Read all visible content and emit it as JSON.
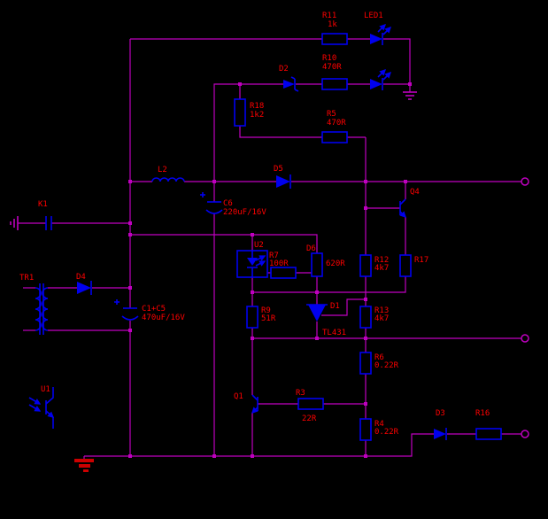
{
  "colors": {
    "background": "#000000",
    "wire": "#bf00bf",
    "component": "#0000ee",
    "label": "#ff0000",
    "ground_heavy": "#cc0000"
  },
  "components": {
    "r11": {
      "ref": "R11",
      "value": "1k"
    },
    "led1": {
      "ref": "LED1"
    },
    "r10": {
      "ref": "R10",
      "value": "470R"
    },
    "d2": {
      "ref": "D2"
    },
    "r18": {
      "ref": "R18",
      "value": "1k2"
    },
    "r5": {
      "ref": "R5",
      "value": "470R"
    },
    "l2": {
      "ref": "L2"
    },
    "d5": {
      "ref": "D5"
    },
    "c6": {
      "ref": "C6",
      "value": "220uF/16V"
    },
    "u2": {
      "ref": "U2"
    },
    "r7": {
      "ref": "R7",
      "value": "100R"
    },
    "d6": {
      "ref": "D6",
      "value": "620R"
    },
    "r12": {
      "ref": "R12",
      "value": "4k7"
    },
    "r17": {
      "ref": "R17"
    },
    "q4": {
      "ref": "Q4"
    },
    "d1": {
      "ref": "D1",
      "value": "TL431"
    },
    "r13": {
      "ref": "R13",
      "value": "4k7"
    },
    "r9": {
      "ref": "R9",
      "value": "51R"
    },
    "r6": {
      "ref": "R6",
      "value": "0.22R"
    },
    "q1": {
      "ref": "Q1"
    },
    "r3": {
      "ref": "R3",
      "value": "22R"
    },
    "r4": {
      "ref": "R4",
      "value": "0.22R"
    },
    "d3": {
      "ref": "D3"
    },
    "r16": {
      "ref": "R16"
    },
    "tr1": {
      "ref": "TR1"
    },
    "d4": {
      "ref": "D4"
    },
    "c1c5": {
      "ref": "C1+C5",
      "value": "470uF/16V"
    },
    "k1": {
      "ref": "K1"
    },
    "u1": {
      "ref": "U1"
    }
  }
}
